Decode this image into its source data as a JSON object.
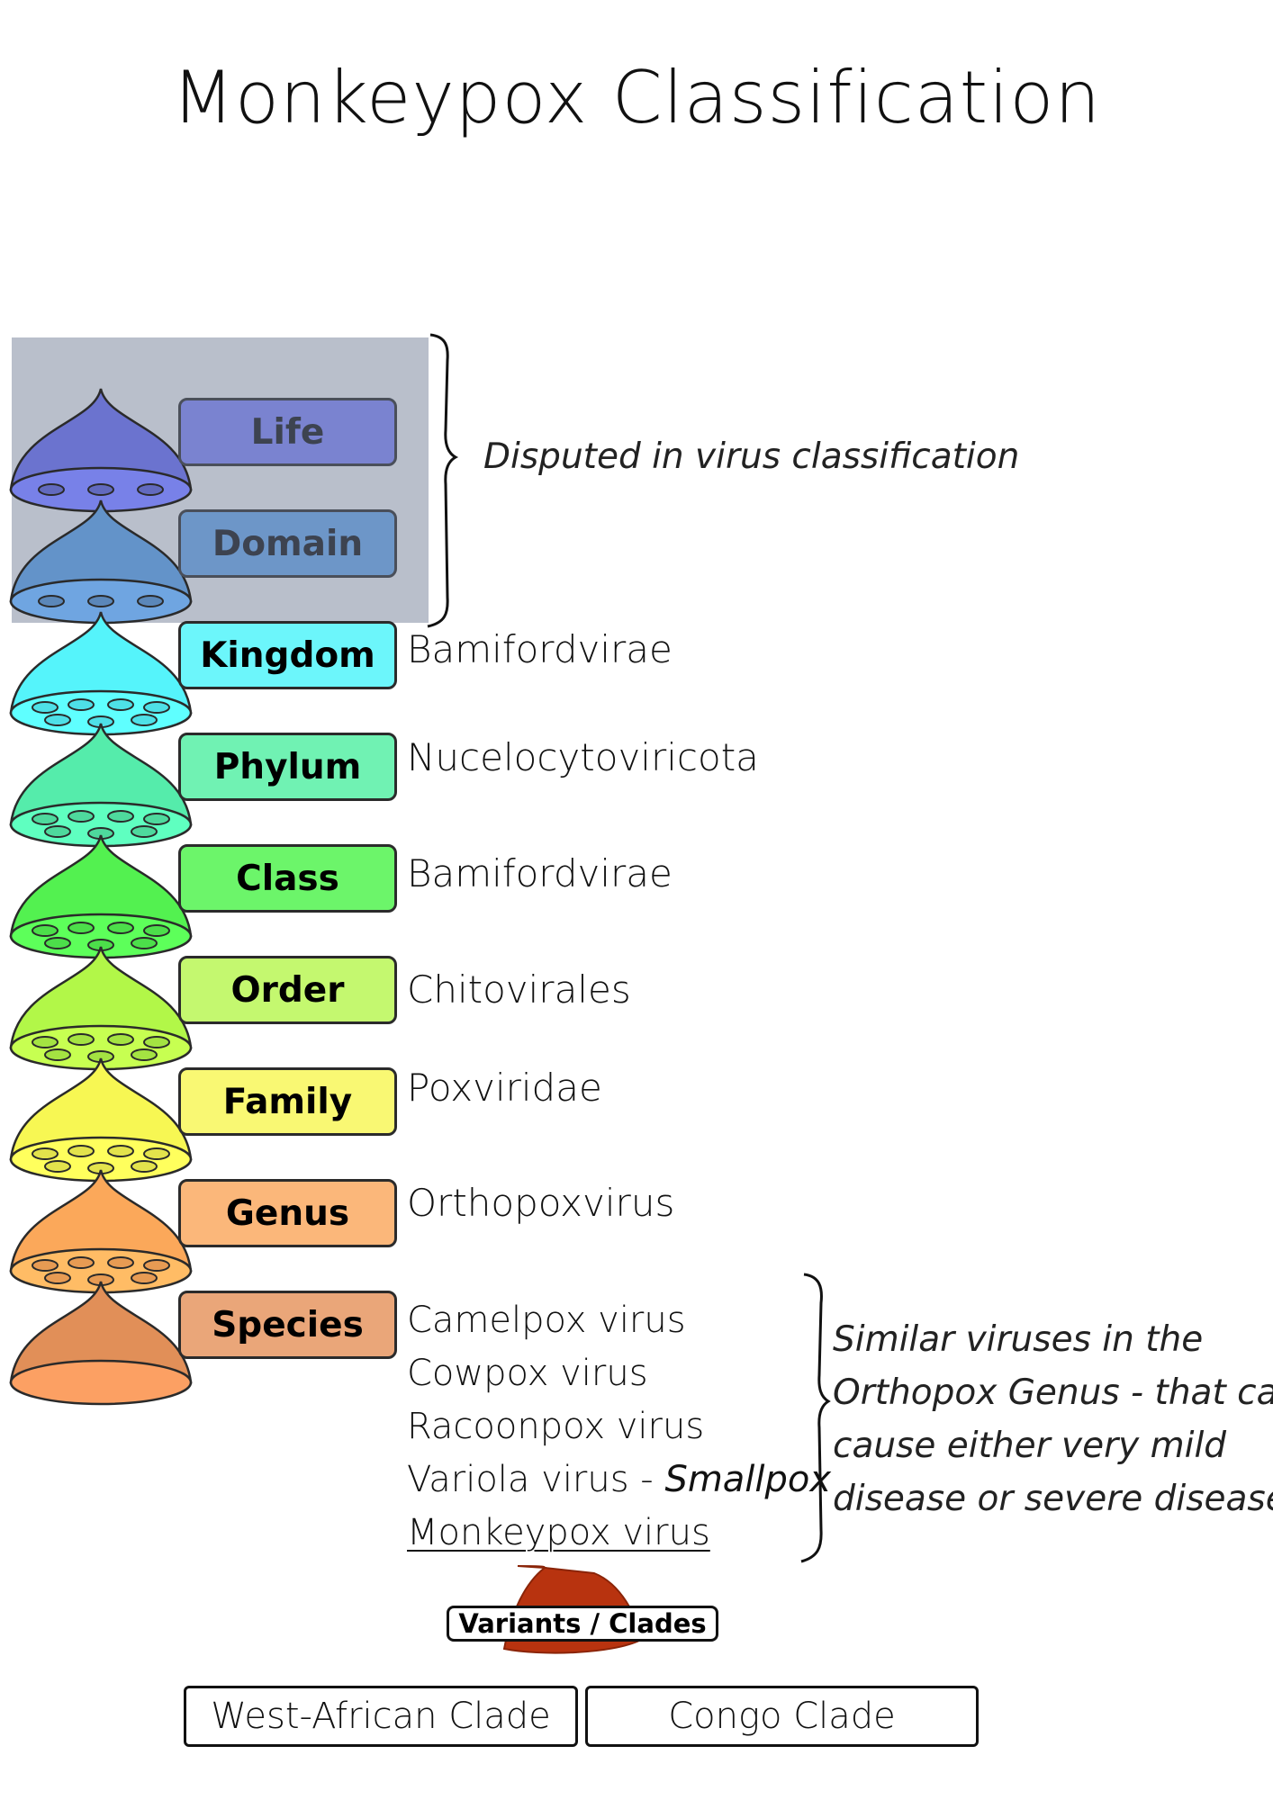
{
  "title": "Monkeypox Classification",
  "ranks": [
    {
      "label": "Life",
      "value": "",
      "color": "#6b73cf",
      "label_color": "#7a83d0",
      "disputed": true
    },
    {
      "label": "Domain",
      "value": "",
      "color": "#6393c9",
      "label_color": "#6d96c8",
      "disputed": true
    },
    {
      "label": "Kingdom",
      "value": "Bamifordvirae",
      "color": "#55f4fb",
      "label_color": "#6cf6fb",
      "disputed": false
    },
    {
      "label": "Phylum",
      "value": "Nucelocytoviricota",
      "color": "#55ecab",
      "label_color": "#70f2b3",
      "disputed": false
    },
    {
      "label": "Class",
      "value": "Bamifordvirae",
      "color": "#53f150",
      "label_color": "#6cf56a",
      "disputed": false
    },
    {
      "label": "Order",
      "value": "Chitovirales",
      "color": "#b2f748",
      "label_color": "#c4f86f",
      "disputed": false
    },
    {
      "label": "Family",
      "value": "Poxviridae",
      "color": "#f7f753",
      "label_color": "#f9f873",
      "disputed": false
    },
    {
      "label": "Genus",
      "value": "Orthopoxvirus",
      "color": "#fba85a",
      "label_color": "#fbb77a",
      "disputed": false
    },
    {
      "label": "Species",
      "value": "",
      "color": "#e18f58",
      "label_color": "#eaa679",
      "disputed": false
    }
  ],
  "species_list": [
    {
      "text": "Camelpox virus",
      "suffix": ""
    },
    {
      "text": "Cowpox virus",
      "suffix": ""
    },
    {
      "text": "Racoonpox virus",
      "suffix": ""
    },
    {
      "text": "Variola virus - ",
      "suffix": "Smallpox"
    },
    {
      "text": "Monkeypox virus",
      "suffix": ""
    }
  ],
  "disputed_note": "Disputed in virus classification",
  "similar_note": [
    "Similar viruses in the",
    "Orthopox Genus - that can",
    "cause either very mild",
    "disease or severe disease"
  ],
  "variants_label": "Variants / Clades",
  "variants_color": "#b8330f",
  "clades": [
    "West-African Clade",
    "Congo Clade"
  ]
}
